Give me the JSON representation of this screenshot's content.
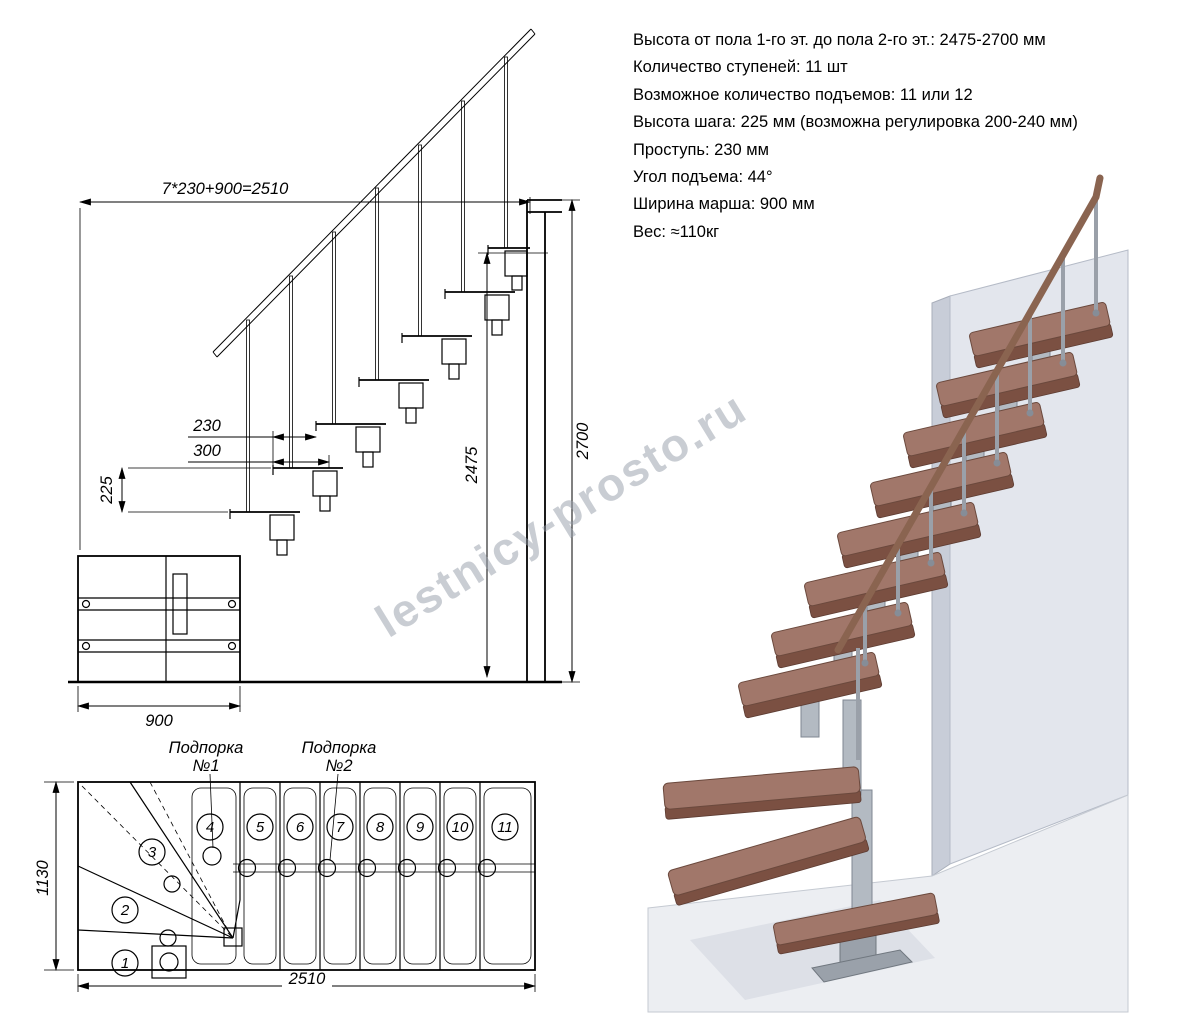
{
  "specs": {
    "lines": [
      "Высота от пола 1-го эт. до пола 2-го эт.: 2475-2700 мм",
      "Количество ступеней: 11 шт",
      "Возможное количество подъемов: 11 или 12",
      "Высота шага: 225 мм (возможна регулировка 200-240 мм)",
      "Проступь: 230 мм",
      "Угол подъема: 44°",
      "Ширина марша: 900 мм",
      "Вес: ≈110кг"
    ]
  },
  "elevation": {
    "dim_total_run": "7*230+900=2510",
    "dim_run": "230",
    "dim_depth": "300",
    "dim_rise": "225",
    "dim_height_max": "2700",
    "dim_height_min": "2475",
    "dim_platform": "900"
  },
  "plan": {
    "support1_line1": "Подпорка",
    "support1_line2": "№1",
    "support2_line1": "Подпорка",
    "support2_line2": "№2",
    "dim_width": "1130",
    "dim_length": "2510",
    "steps": [
      "1",
      "2",
      "3",
      "4",
      "5",
      "6",
      "7",
      "8",
      "9",
      "10",
      "11"
    ]
  },
  "watermark": "lestnicy-prosto.ru",
  "colors": {
    "tread": "#a1776a",
    "metal": "#9aa1aa",
    "wall": "#e3e6ed",
    "line": "#000000"
  }
}
